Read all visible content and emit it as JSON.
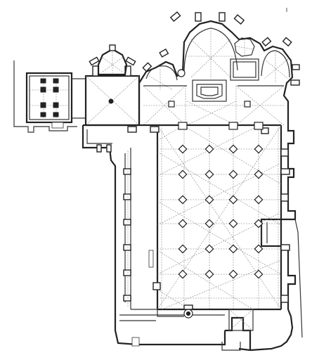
{
  "figure": {
    "type": "architectural-floor-plan",
    "subject": "cathedral-ground-plan",
    "colors": {
      "wall": "#222222",
      "vault_rib": "#777777",
      "background": "#ffffff"
    },
    "pier_grid": {
      "columns": 4,
      "rows": 6
    },
    "apses": 4
  }
}
